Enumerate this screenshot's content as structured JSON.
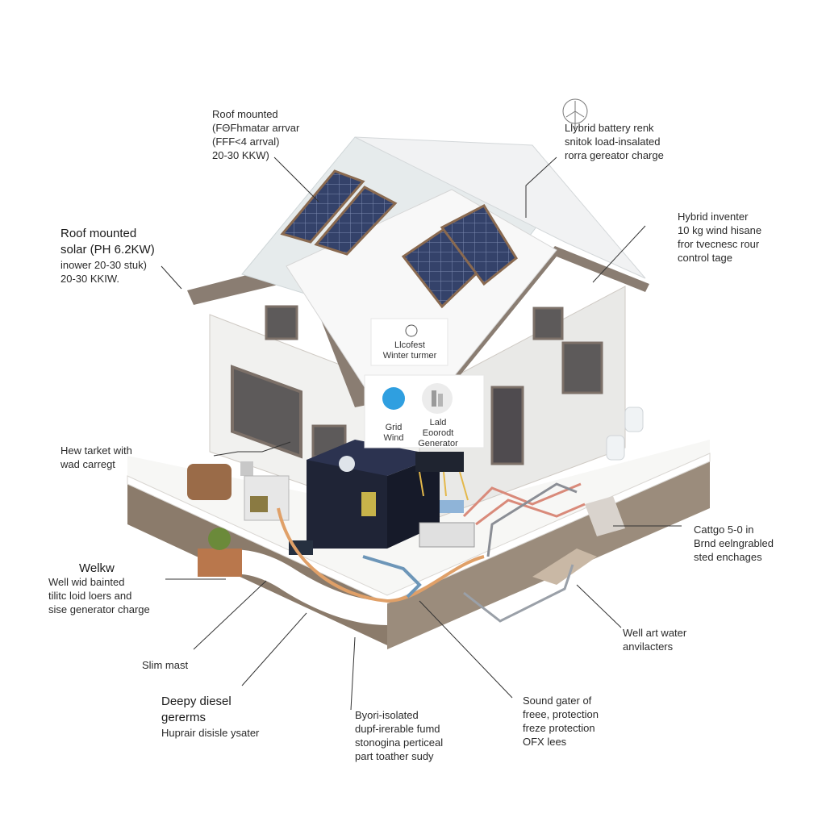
{
  "labels": {
    "roof_top": [
      "Roof mounted",
      "(FΘFhmatar arrvar",
      "(FFF<4 arrval)",
      "20-30 KKW)"
    ],
    "roof_left": [
      "Roof mounted",
      "solar (PH 6.2KW)",
      "inower 20-30 stuk)",
      "20-30 KKIW."
    ],
    "battery": [
      "Llybrid battery renk",
      "snitok load-insalated",
      "rorra gereator charge"
    ],
    "inverter": [
      "Hybrid inventer",
      "10 kg wind hisane",
      "fror tvecnesc rour",
      "control tage"
    ],
    "heat_tank": [
      "Hew tarket with",
      "wad carregt"
    ],
    "well": [
      "Welkw",
      "Well wid bainted",
      "tilitc loid loers and",
      "sise generator charge"
    ],
    "slim_mast": [
      "Slim mast"
    ],
    "diesel": [
      "Deepy diesel",
      "gererms",
      "Huprair disisle ysater"
    ],
    "isolated": [
      "Byori-isolated",
      "dupf-irerable fumd",
      "stonogina perticeal",
      "part toather sudy"
    ],
    "sound": [
      "Sound gater of",
      "freee, protection",
      "freze protection",
      "OFX lees"
    ],
    "cattgo": [
      "Cattgo 5-0 in",
      "Brnd eelngrabled",
      "sted enchages"
    ],
    "well_water": [
      "Well art water",
      "anvilacters"
    ]
  },
  "chips": {
    "winter": [
      "Llcofest",
      "Winter turmer"
    ],
    "grid": [
      "Grid",
      "Wind"
    ],
    "generator": [
      "Lald",
      "Eoorodt",
      "Generator"
    ]
  },
  "icons": [
    "gear-diagram-icon",
    "wind-turbine-icon",
    "globe-icon",
    "generator-icon"
  ],
  "colors": {
    "wall": "#f3f3f1",
    "roof": "#f7f7f7",
    "trim": "#8a7d72",
    "soil": "#8b7b6b",
    "panel": "#2f3d5a",
    "battery": "#1f2436",
    "pipe_copper": "#e0a068",
    "pipe_red": "#d98a7a",
    "leader": "#333333"
  }
}
